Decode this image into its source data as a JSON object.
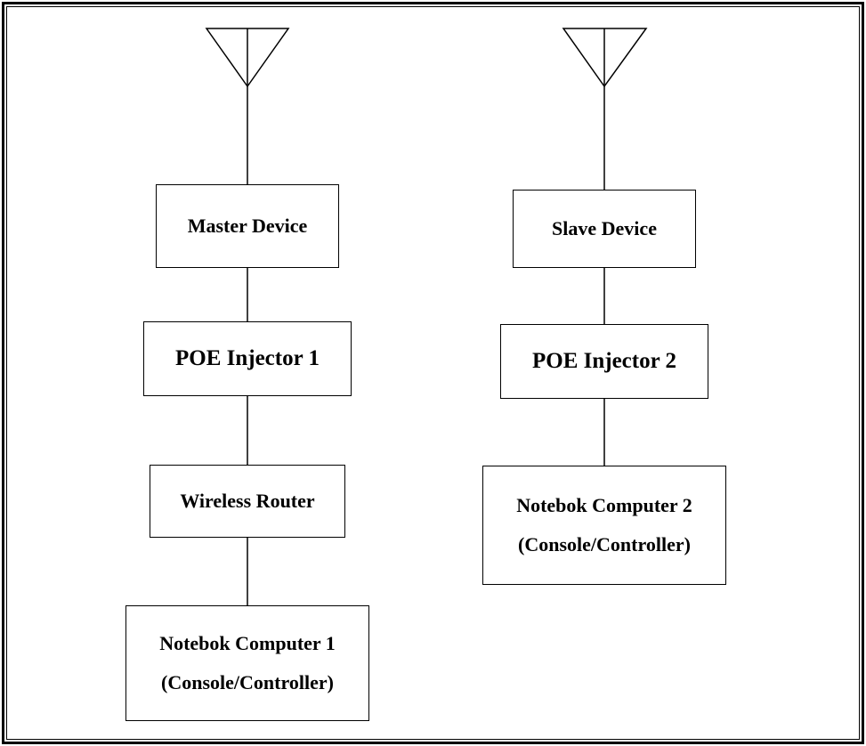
{
  "diagram": {
    "master_chain": {
      "master_device": "Master Device",
      "poe_injector": "POE Injector 1",
      "wireless_router": "Wireless Router",
      "notebook_line1": "Notebok Computer 1",
      "notebook_line2": "(Console/Controller)"
    },
    "slave_chain": {
      "slave_device": "Slave Device",
      "poe_injector": "POE Injector 2",
      "notebook_line1": "Notebok Computer 2",
      "notebook_line2": "(Console/Controller)"
    }
  }
}
